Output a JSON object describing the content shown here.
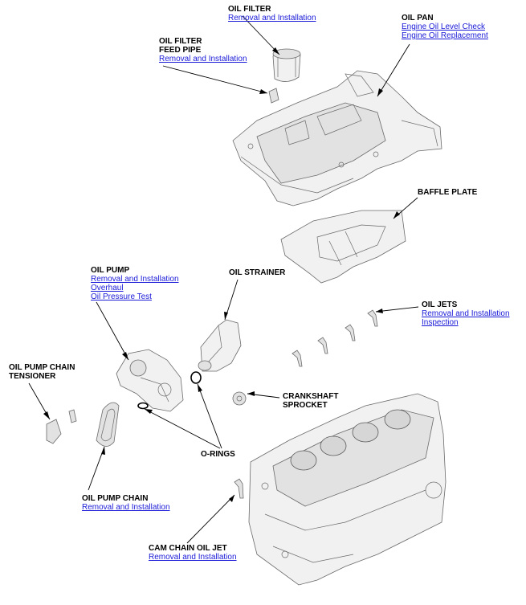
{
  "labels": {
    "oil_filter": {
      "title": [
        "OIL FILTER"
      ],
      "links": [
        "Removal and Installation"
      ]
    },
    "oil_filter_feed_pipe": {
      "title": [
        "OIL FILTER",
        "FEED PIPE"
      ],
      "links": [
        "Removal and Installation"
      ]
    },
    "oil_pan": {
      "title": [
        "OIL PAN"
      ],
      "links": [
        "Engine Oil Level Check",
        "Engine Oil Replacement"
      ]
    },
    "baffle_plate": {
      "title": [
        "BAFFLE PLATE"
      ],
      "links": []
    },
    "oil_pump": {
      "title": [
        "OIL PUMP"
      ],
      "links": [
        "Removal and Installation",
        "Overhaul",
        "Oil Pressure Test"
      ]
    },
    "oil_strainer": {
      "title": [
        "OIL STRAINER"
      ],
      "links": []
    },
    "oil_jets": {
      "title": [
        "OIL JETS"
      ],
      "links": [
        "Removal and Installation",
        "Inspection"
      ]
    },
    "oil_pump_chain_tensioner": {
      "title": [
        "OIL PUMP CHAIN",
        "TENSIONER"
      ],
      "links": []
    },
    "crankshaft_sprocket": {
      "title": [
        "CRANKSHAFT",
        "SPROCKET"
      ],
      "links": []
    },
    "o_rings": {
      "title": [
        "O-RINGS"
      ],
      "links": []
    },
    "oil_pump_chain": {
      "title": [
        "OIL PUMP CHAIN"
      ],
      "links": [
        "Removal and Installation"
      ]
    },
    "cam_chain_oil_jet": {
      "title": [
        "CAM CHAIN OIL JET"
      ],
      "links": [
        "Removal and Installation"
      ]
    }
  },
  "colors": {
    "link": "#1a1ad8",
    "text": "#000000",
    "part_fill": "#f1f1f1",
    "part_stroke": "#6a6a6a"
  }
}
